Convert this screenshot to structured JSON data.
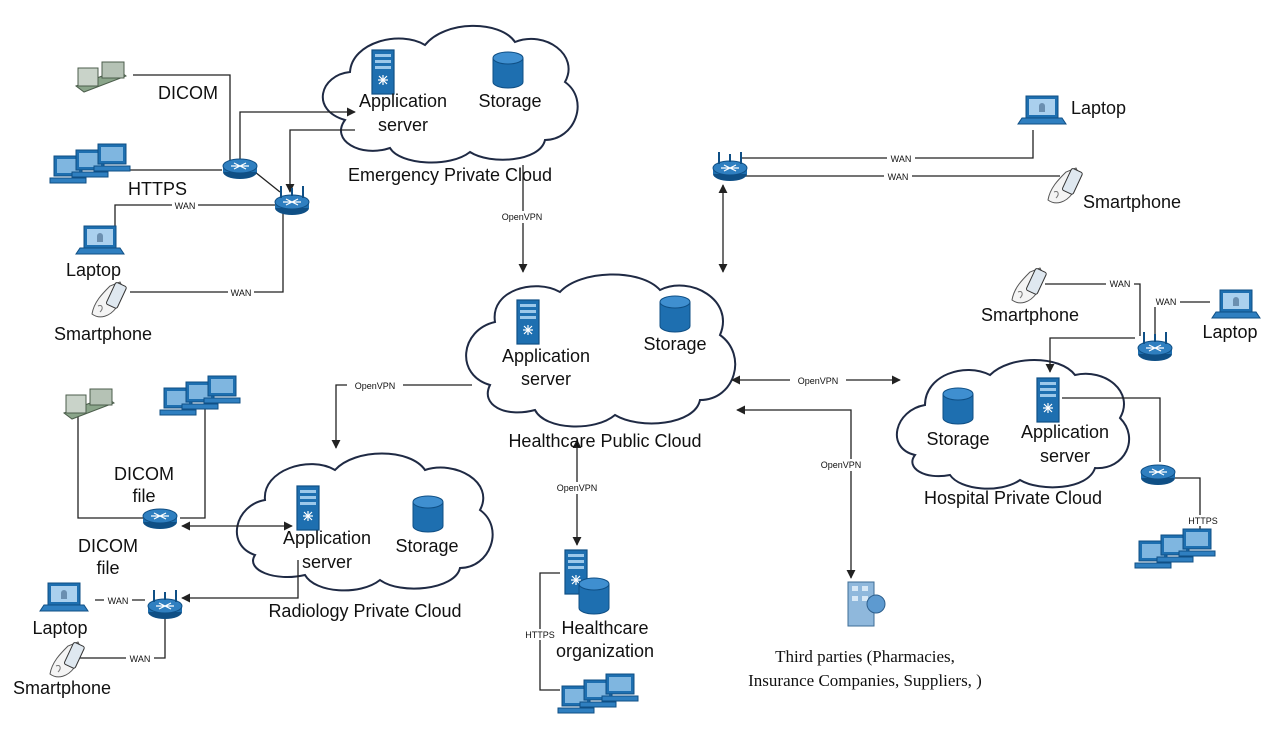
{
  "colors": {
    "device_blue": "#1e6fb0",
    "device_dark": "#0f4f85",
    "line": "#222222",
    "cloud_stroke": "#1f2a44"
  },
  "clouds": {
    "emergency": {
      "name": "Emergency Private Cloud",
      "app_line1": "Application",
      "app_line2": "server",
      "storage": "Storage"
    },
    "public": {
      "name": "Healthcare Public Cloud",
      "app_line1": "Application",
      "app_line2": "server",
      "storage": "Storage"
    },
    "hospital": {
      "name": "Hospital Private Cloud",
      "app_line1": "Application",
      "app_line2": "server",
      "storage": "Storage"
    },
    "radiology": {
      "name": "Radiology Private Cloud",
      "app_line1": "Application",
      "app_line2": "server",
      "storage": "Storage"
    }
  },
  "emergency_side": {
    "dicom": "DICOM",
    "https": "HTTPS",
    "laptop": "Laptop",
    "smartphone": "Smartphone",
    "wan1": "WAN",
    "wan2": "WAN"
  },
  "top_right_side": {
    "laptop": "Laptop",
    "smartphone": "Smartphone",
    "wan1": "WAN",
    "wan2": "WAN"
  },
  "hospital_side": {
    "smartphone": "Smartphone",
    "laptop": "Laptop",
    "wan1": "WAN",
    "wan2": "WAN",
    "https": "HTTPS"
  },
  "radiology_side": {
    "dicom_file1_l1": "DICOM",
    "dicom_file1_l2": "file",
    "dicom_file2_l1": "DICOM",
    "dicom_file2_l2": "file",
    "laptop": "Laptop",
    "smartphone": "Smartphone",
    "wan1": "WAN",
    "wan2": "WAN"
  },
  "links": {
    "openvpn_top": "OpenVPN",
    "openvpn_left": "OpenVPN",
    "openvpn_right": "OpenVPN",
    "openvpn_bottom": "OpenVPN",
    "openvpn_third": "OpenVPN"
  },
  "organization": {
    "line1": "Healthcare",
    "line2": "organization",
    "https": "HTTPS"
  },
  "third_parties": {
    "line1": "Third parties (Pharmacies,",
    "line2": "Insurance Companies, Suppliers, )"
  }
}
